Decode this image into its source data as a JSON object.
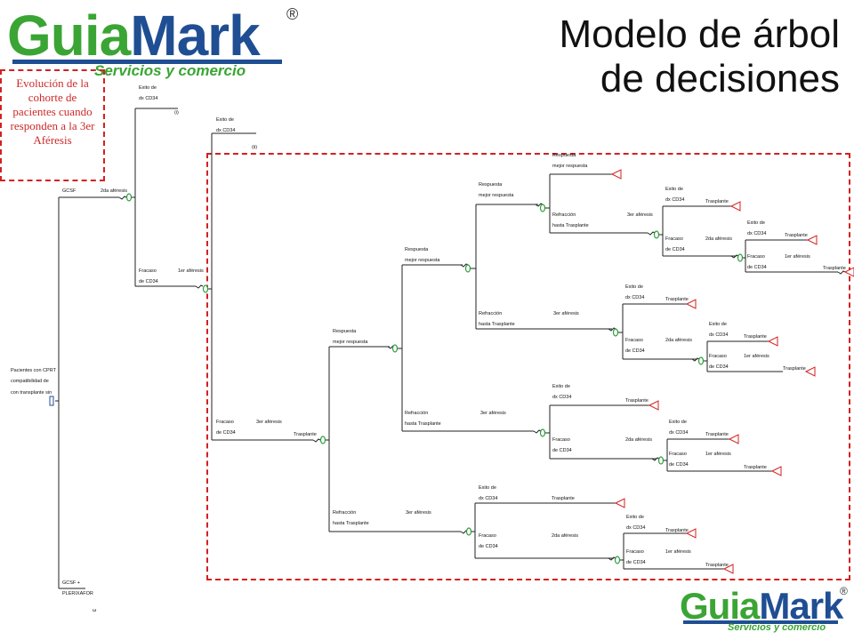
{
  "logo": {
    "brand_green": "Guia",
    "brand_blue": "Mark",
    "registered": "®",
    "tagline": "Servicios y comercio"
  },
  "slide": {
    "title_line1": "Modelo de árbol",
    "title_line2": "de decisiones"
  },
  "note": {
    "text": "Evolución de la cohorte de pacientes cuando responden a la 3er Aféresis"
  },
  "colors": {
    "green": "#3aa534",
    "blue": "#1f4e93",
    "red": "#d42020",
    "node_green": "#2e9e3e",
    "terminal_red": "#d42020"
  },
  "tree": {
    "root": [
      "Pacientes con CPRT",
      "compatibilidad de",
      "con transplante sin"
    ],
    "gcsf_a": "GCSF",
    "gcsf_b": [
      "GCSF +",
      "PLERIXAFOR"
    ],
    "colecta": [
      "Exito de",
      "dx CD34"
    ],
    "fracaso": [
      "Fracaso",
      "de CD34"
    ],
    "segunda": "2da aféresis",
    "primera": "1er aféresis",
    "tercera": "3er aféresis",
    "trasplante": "Trasplante",
    "respuesta": [
      "Respuesta",
      "mejor respuesta"
    ],
    "refraccion": [
      "Refracción",
      "hasta Trasplante"
    ]
  }
}
